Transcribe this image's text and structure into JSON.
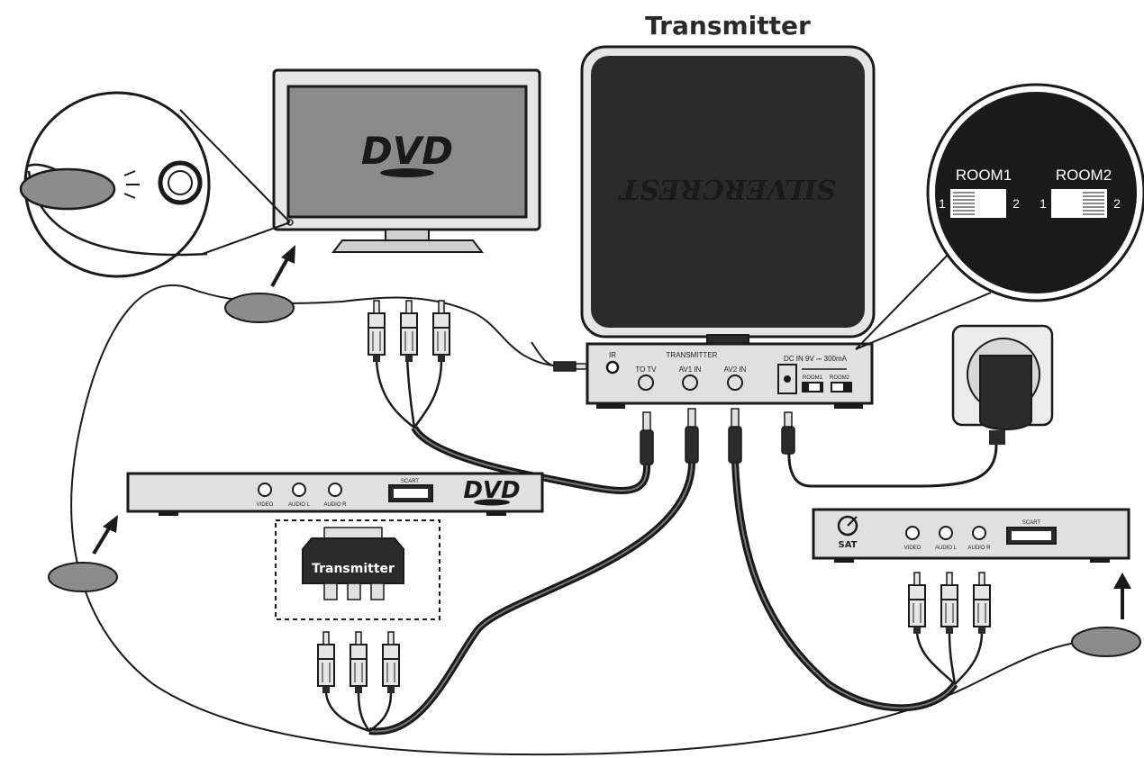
{
  "title": "Transmitter",
  "tv": {
    "screen_logo": "DVD"
  },
  "transmitter_box": {
    "brand": "SILVERCREST",
    "brand_mark": "®"
  },
  "transmitter_panel": {
    "header": "TRANSMITTER",
    "ir_label": "IR",
    "ports": [
      "TO TV",
      "AV1 IN",
      "AV2 IN"
    ],
    "power_label": "DC IN 9V ⎓ 300mA",
    "switch_labels": [
      "ROOM1",
      "ROOM2"
    ]
  },
  "room_switch_callout": {
    "rooms": [
      {
        "label": "ROOM1",
        "left": "1",
        "right": "2"
      },
      {
        "label": "ROOM2",
        "left": "1",
        "right": "2"
      }
    ]
  },
  "dvd_player": {
    "logo": "DVD",
    "ports": [
      "VIDEO",
      "AUDIO L",
      "AUDIO R"
    ],
    "scart_label": "SCART"
  },
  "scart_adapter": {
    "label": "Transmitter"
  },
  "sat_receiver": {
    "logo": "SAT",
    "ports": [
      "VIDEO",
      "AUDIO L",
      "AUDIO R"
    ],
    "scart_label": "SCART"
  },
  "colors": {
    "line": "#1a1a1a",
    "panel_grey": "#d8d8d8",
    "box_dark": "#2b2b2b",
    "screen_grey": "#8a8a8a",
    "eye_grey": "#8c8c8c"
  }
}
